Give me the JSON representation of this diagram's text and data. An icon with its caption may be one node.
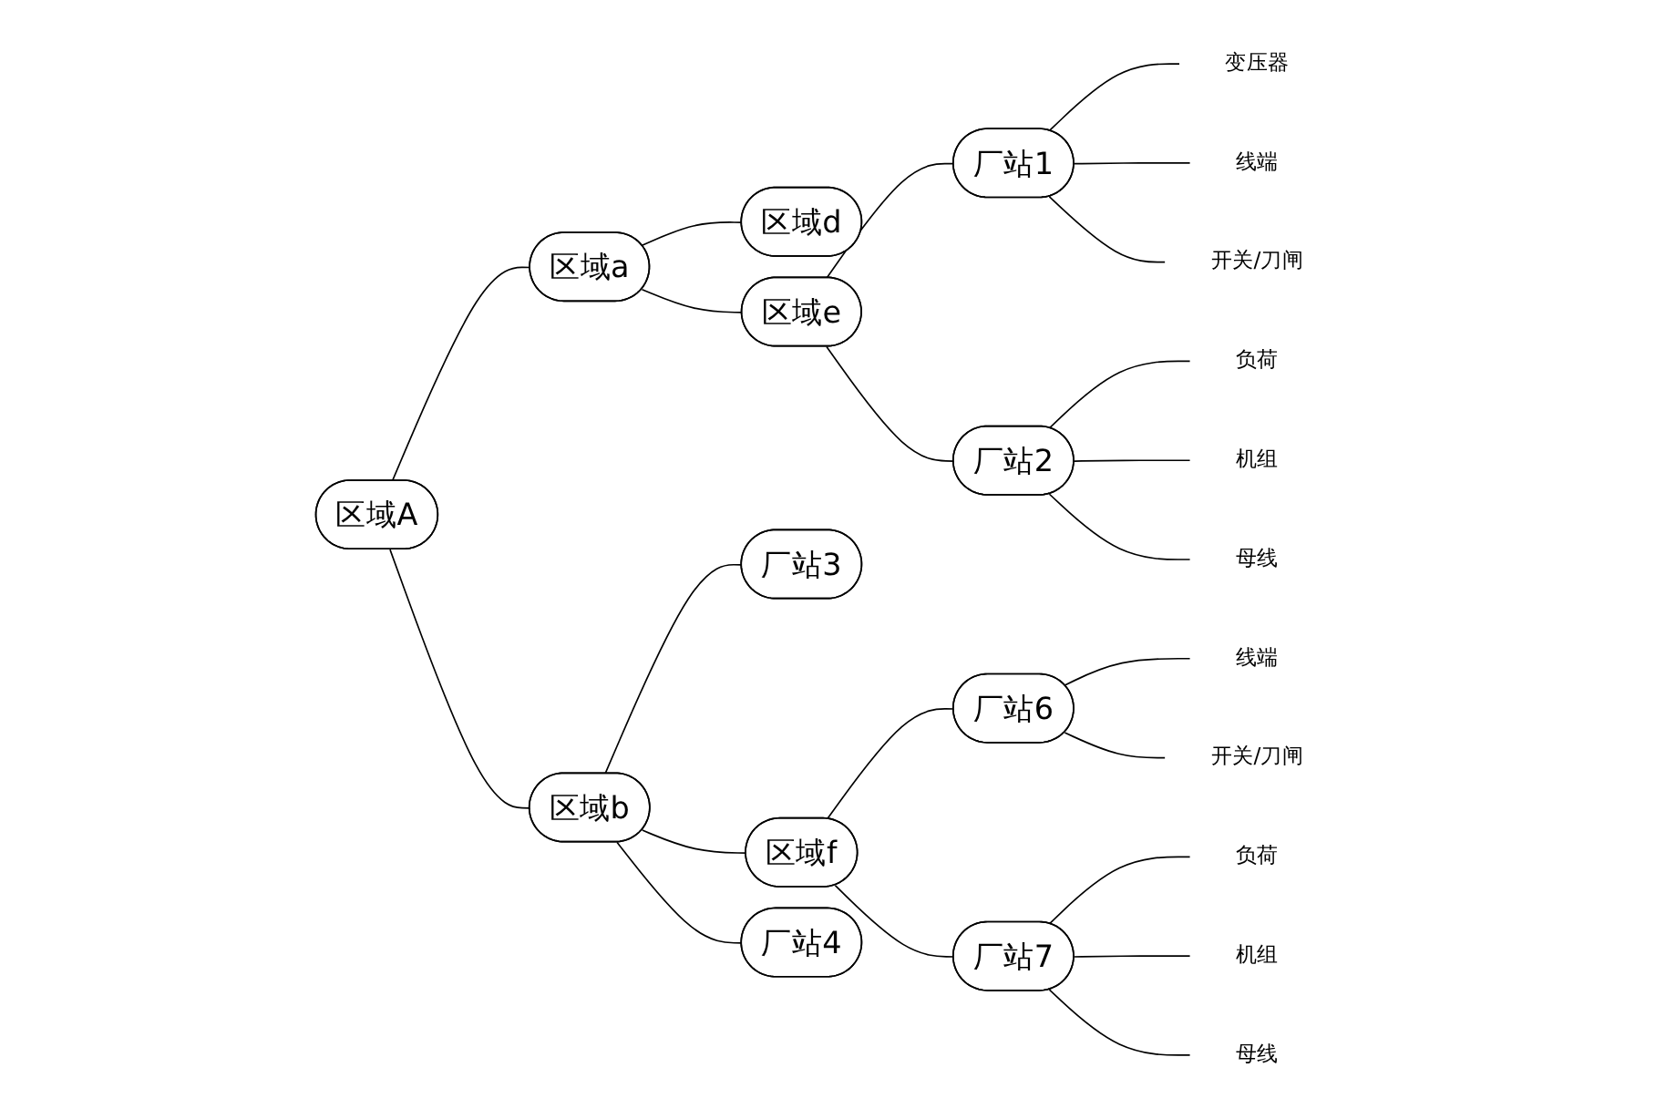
{
  "diagram": {
    "nodes": [
      {
        "text": [
          "区域A"
        ]
      },
      {
        "text": [
          "区域a"
        ]
      },
      {
        "text": [
          "区域d"
        ]
      },
      {
        "text": [
          "区域e"
        ]
      },
      {
        "text": [
          "厂站1"
        ]
      },
      {
        "text": [
          "变压器"
        ]
      },
      {
        "text": [
          "线端"
        ]
      },
      {
        "text": [
          "开关/刀闸"
        ]
      },
      {
        "text": [
          "厂站2"
        ]
      },
      {
        "text": [
          "负荷"
        ]
      },
      {
        "text": [
          "机组"
        ]
      },
      {
        "text": [
          "母线"
        ]
      },
      {
        "text": [
          "区域b"
        ]
      },
      {
        "text": [
          "厂站3"
        ]
      },
      {
        "text": [
          "区域f"
        ]
      },
      {
        "text": [
          "厂站6"
        ]
      },
      {
        "text": [
          "线端"
        ]
      },
      {
        "text": [
          "开关/刀闸"
        ]
      },
      {
        "text": [
          "厂站7"
        ]
      },
      {
        "text": [
          "负荷"
        ]
      },
      {
        "text": [
          "机组"
        ]
      },
      {
        "text": [
          "母线"
        ]
      },
      {
        "text": [
          "厂站4"
        ]
      }
    ],
    "edges": [
      {
        "from": 0,
        "to": 1,
        "arrow": "none"
      },
      {
        "from": 0,
        "to": 12,
        "arrow": "none"
      },
      {
        "from": 1,
        "to": 2,
        "arrow": "none"
      },
      {
        "from": 1,
        "to": 3,
        "arrow": "none"
      },
      {
        "from": 3,
        "to": 4,
        "arrow": "none"
      },
      {
        "from": 3,
        "to": 8,
        "arrow": "none"
      },
      {
        "from": 4,
        "to": 5,
        "arrow": "none"
      },
      {
        "from": 4,
        "to": 6,
        "arrow": "none"
      },
      {
        "from": 4,
        "to": 7,
        "arrow": "none"
      },
      {
        "from": 8,
        "to": 9,
        "arrow": "none"
      },
      {
        "from": 8,
        "to": 10,
        "arrow": "none"
      },
      {
        "from": 8,
        "to": 11,
        "arrow": "none"
      },
      {
        "from": 12,
        "to": 13,
        "arrow": "none"
      },
      {
        "from": 12,
        "to": 14,
        "arrow": "none"
      },
      {
        "from": 12,
        "to": 22,
        "arrow": "none"
      },
      {
        "from": 14,
        "to": 15,
        "arrow": "none"
      },
      {
        "from": 14,
        "to": 18,
        "arrow": "none"
      },
      {
        "from": 15,
        "to": 16,
        "arrow": "none"
      },
      {
        "from": 15,
        "to": 17,
        "arrow": "none"
      },
      {
        "from": 18,
        "to": 19,
        "arrow": "none"
      },
      {
        "from": 18,
        "to": 20,
        "arrow": "none"
      },
      {
        "from": 18,
        "to": 21,
        "arrow": "none"
      }
    ]
  }
}
